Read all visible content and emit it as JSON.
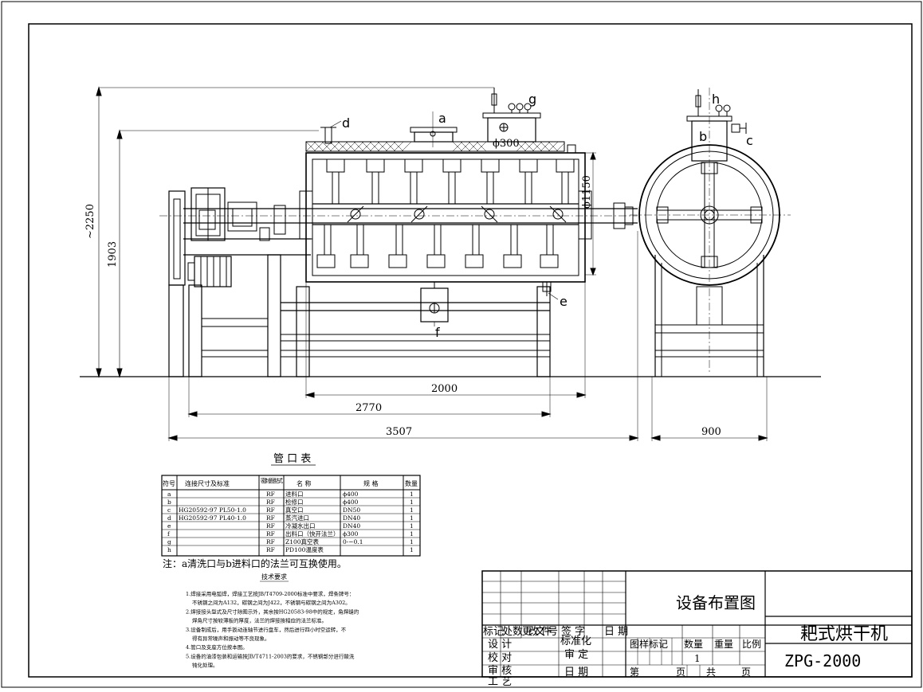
{
  "drawing": {
    "dimensions": {
      "height_total": "~2250",
      "height_axis": "1903",
      "diameter": "ϕ1150",
      "width_body": "2000",
      "width_frame": "2770",
      "length_total": "3507",
      "width_side": "900",
      "port_dia": "ϕ300"
    },
    "port_labels": {
      "a": "a",
      "b": "b",
      "c": "c",
      "d": "d",
      "e": "e",
      "f": "f",
      "g": "g",
      "h": "h"
    }
  },
  "nozzle_table": {
    "title": "管 口 表",
    "headers": {
      "symbol": "符号",
      "standard": "连接尺寸及标准",
      "seal": "密封面型 式",
      "name": "名 称",
      "spec": "规 格",
      "qty": "数量"
    },
    "rows": [
      {
        "symbol": "a",
        "standard": "",
        "seal": "RF",
        "name": "进料口",
        "spec": "ϕ400",
        "qty": "1"
      },
      {
        "symbol": "b",
        "standard": "",
        "seal": "RF",
        "name": "检修口",
        "spec": "ϕ400",
        "qty": "1"
      },
      {
        "symbol": "c",
        "standard": "HG20592-97 PL50-1.0",
        "seal": "RF",
        "name": "真空口",
        "spec": "DN50",
        "qty": "1"
      },
      {
        "symbol": "d",
        "standard": "HG20592-97 PL40-1.0",
        "seal": "RF",
        "name": "蒸汽进口",
        "spec": "DN40",
        "qty": "1"
      },
      {
        "symbol": "e",
        "standard": "",
        "seal": "RF",
        "name": "冷凝水出口",
        "spec": "DN40",
        "qty": "1"
      },
      {
        "symbol": "f",
        "standard": "",
        "seal": "RF",
        "name": "出料口（快开法兰）",
        "spec": "ϕ300",
        "qty": "1"
      },
      {
        "symbol": "g",
        "standard": "",
        "seal": "RF",
        "name": "Z100真空表",
        "spec": "0-−0.1",
        "qty": "1"
      },
      {
        "symbol": "h",
        "standard": "",
        "seal": "RF",
        "name": "PD100温度表",
        "spec": "",
        "qty": "1"
      }
    ]
  },
  "note": "注：a清洗口与b进料口的法兰可互换使用。",
  "tech": {
    "title": "技术要求",
    "lines": [
      "1.焊接采用电弧焊，焊接工艺按JB/T4709-2000标准中要求，焊条牌号：",
      "不锈钢之间为A132，碳钢之间为J422，不锈钢与碳钢之间为A302。",
      "2.焊接接头型式及尺寸除图示外，其余按HG20583-98中的规定，角焊缝的",
      "焊角尺寸按较薄板的厚度，法兰的焊接按相应的法兰标准。",
      "3.设备制成后，用手扳动连轴节进行盘车，然后进行四小时空运转，不",
      "得有异常噪声和振动等不良现象。",
      "4.管口及支座方位按本图。",
      "5.设备的油漆包装和运输按JB/T4711-2003的要求，不锈钢部分进行酸洗",
      "钝化处理。"
    ]
  },
  "title_block": {
    "drawing_name": "设备布置图",
    "product_name": "耙式烘干机",
    "model": "ZPG-2000",
    "rev_header": [
      "标记",
      "处数",
      "更改文件号",
      "签 字",
      "日 期"
    ],
    "left_labels": [
      "设 计",
      "校 对",
      "审 核",
      "工 艺"
    ],
    "mid_labels": [
      "标准化",
      "审 定",
      "日 期"
    ],
    "attr_labels": [
      "图样标记",
      "数量",
      "重量",
      "比例"
    ],
    "quantity": "1",
    "sheet_labels": [
      "第",
      "页",
      "共",
      "页"
    ]
  }
}
